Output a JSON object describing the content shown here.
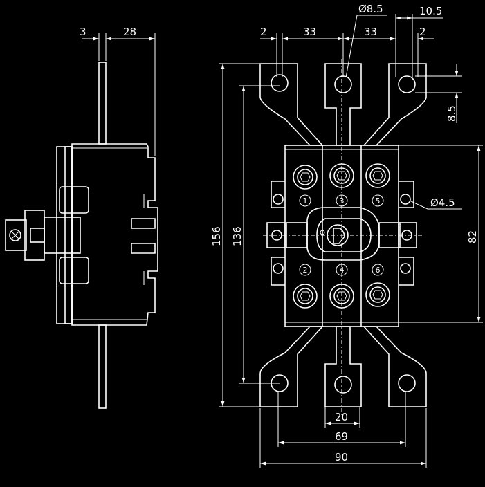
{
  "side_view": {
    "dim_top_left": "3",
    "dim_top_right": "28"
  },
  "front_view": {
    "dim_top": [
      "2",
      "33",
      "33",
      "2"
    ],
    "dim_hole_dia": "Ø8.5",
    "dim_hole_offset": "10.5",
    "dim_hole_depth": "8.5",
    "dim_mount_dia": "Ø4.5",
    "dim_body_height": "82",
    "dim_overall_height": "156",
    "dim_hole_span": "136",
    "dim_bottom_20": "20",
    "dim_bottom_69": "69",
    "dim_bottom_90": "90",
    "terminals": [
      "1",
      "3",
      "5",
      "2",
      "4",
      "6"
    ]
  }
}
